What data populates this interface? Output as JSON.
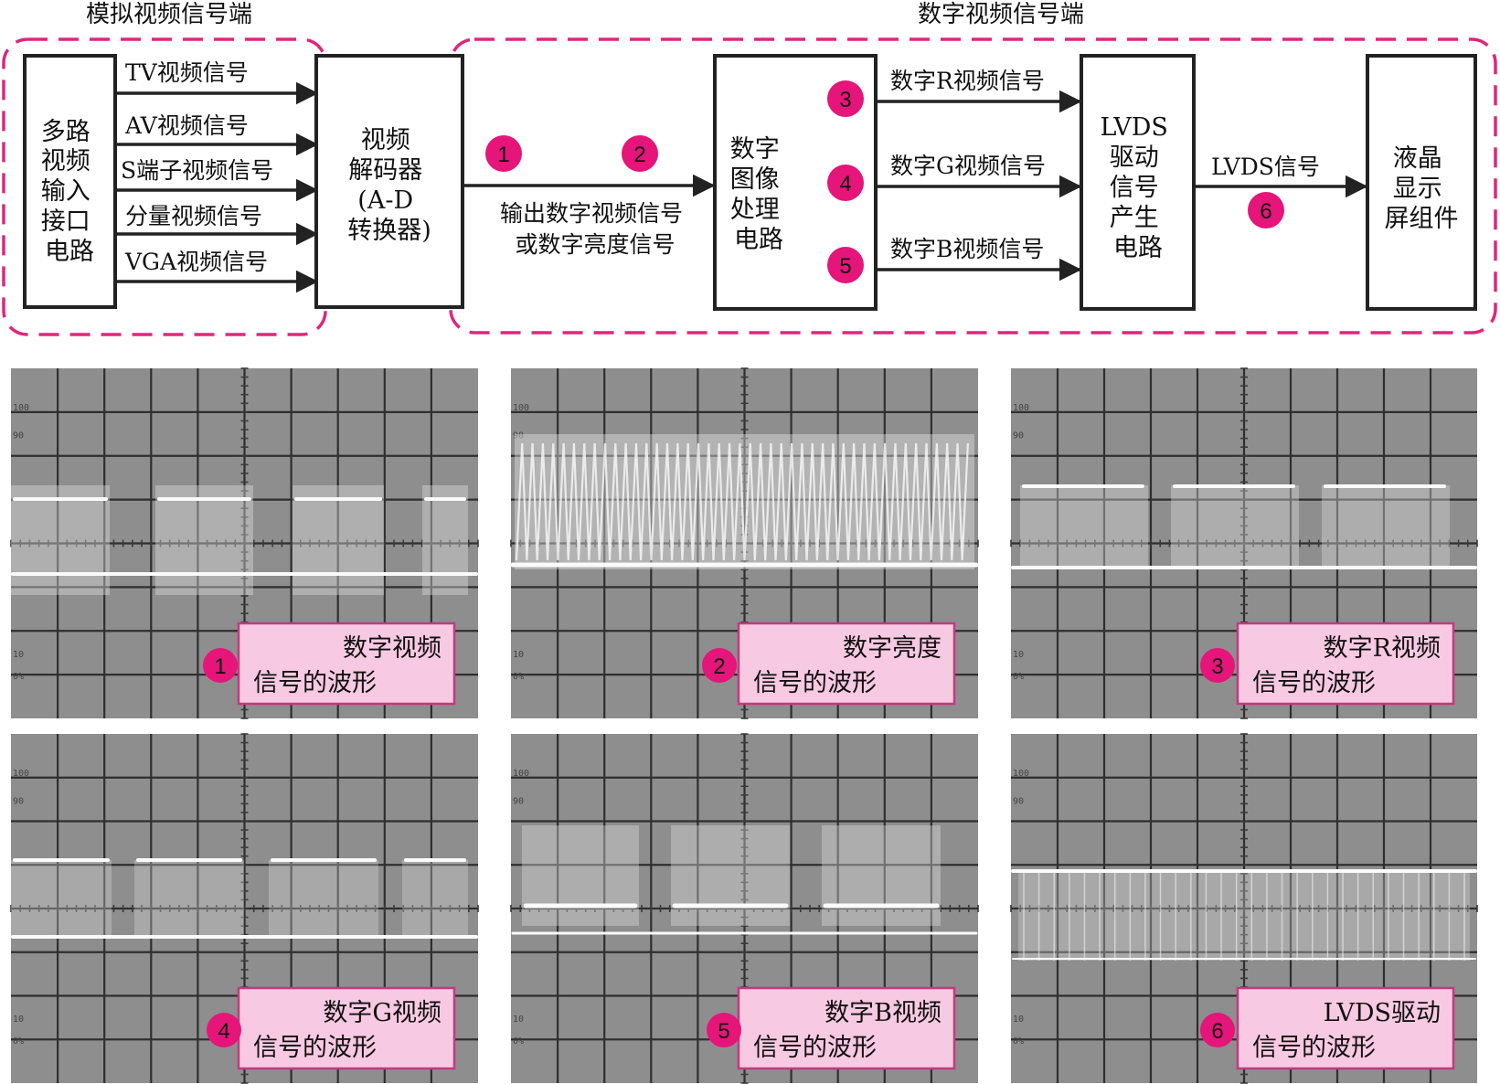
{
  "header": {
    "analog_label": "模拟视频信号端",
    "digital_label": "数字视频信号端"
  },
  "blocks": {
    "input": [
      "多路",
      "视频",
      "输入",
      "接口",
      "电路"
    ],
    "decoder": [
      "视频",
      "解码器",
      "(A-D",
      "转换器)"
    ],
    "processor": [
      "数字",
      "图像",
      "处理",
      "电路"
    ],
    "lvds_driver": [
      "LVDS",
      "驱动",
      "信号",
      "产生",
      "电路"
    ],
    "lcd": [
      "液晶",
      "显示",
      "屏组件"
    ]
  },
  "signals": {
    "analog_inputs": [
      "TV视频信号",
      "AV视频信号",
      "S端子视频信号",
      "分量视频信号",
      "VGA视频信号"
    ],
    "decoder_output": [
      "输出数字视频信号",
      "或数字亮度信号"
    ],
    "rgb_outputs": [
      "数字R视频信号",
      "数字G视频信号",
      "数字B视频信号"
    ],
    "lvds_output": "LVDS信号"
  },
  "markers": [
    "1",
    "2",
    "3",
    "4",
    "5",
    "6"
  ],
  "scale_labels": [
    "100",
    "90",
    "10",
    "0%"
  ],
  "waveforms": [
    {
      "marker": "1",
      "caption": [
        "数字视频",
        "信号的波形"
      ]
    },
    {
      "marker": "2",
      "caption": [
        "数字亮度",
        "信号的波形"
      ]
    },
    {
      "marker": "3",
      "caption": [
        "数字R视频",
        "信号的波形"
      ]
    },
    {
      "marker": "4",
      "caption": [
        "数字G视频",
        "信号的波形"
      ]
    },
    {
      "marker": "5",
      "caption": [
        "数字B视频",
        "信号的波形"
      ]
    },
    {
      "marker": "6",
      "caption": [
        "LVDS驱动",
        "信号的波形"
      ]
    }
  ],
  "colors": {
    "accent": "#e5157a",
    "caption_fill": "#f8c9e2",
    "scope_background": "#8e8e8e"
  }
}
